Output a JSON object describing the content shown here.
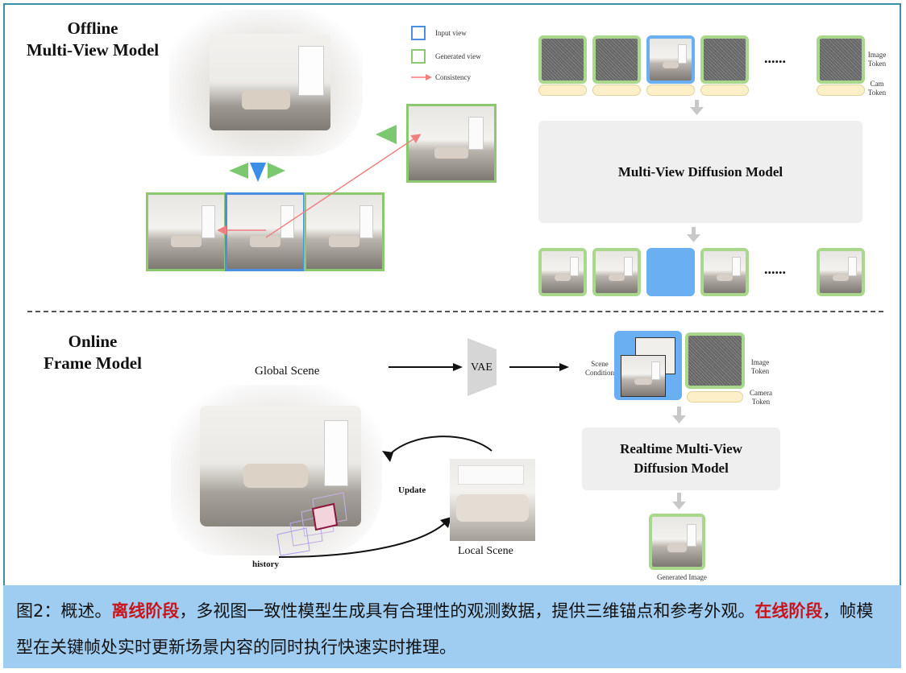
{
  "offline": {
    "title_line1": "Offline",
    "title_line2": "Multi-View Model",
    "legend": {
      "input_view": "Input view",
      "generated_view": "Generated view",
      "consistency": "Consistency"
    },
    "token_labels": {
      "image": "Image Token",
      "cam": "Cam Token"
    },
    "ellipsis": "......",
    "diffusion_label": "Multi-View Diffusion Model"
  },
  "online": {
    "title_line1": "Online",
    "title_line2": "Frame Model",
    "global_scene": "Global Scene",
    "vae": "VAE",
    "scene_condition": "Scene Condition",
    "image_token": "Image Token",
    "camera_token": "Camera Token",
    "diffusion_line1": "Realtime Multi-View",
    "diffusion_line2": "Diffusion Model",
    "update": "Update",
    "local_scene": "Local Scene",
    "history": "history",
    "generated_image": "Generated Image"
  },
  "caption": {
    "prefix": "图2：概述。",
    "offline_stage": "离线阶段",
    "offline_text": "，多视图一致性模型生成具有合理性的观测数据，提供三维锚点和参考外观。",
    "online_stage": "在线阶段",
    "online_text": "，帧模型在关键帧处实时更新场景内容的同时执行快速实时推理。"
  },
  "colors": {
    "input_view": "#4a8fe0",
    "generated_view": "#8cc870",
    "consistency": "#f08080",
    "token": "#fdefc8",
    "caption_bg": "#9fcdf2",
    "stage_highlight": "#c9141a"
  }
}
